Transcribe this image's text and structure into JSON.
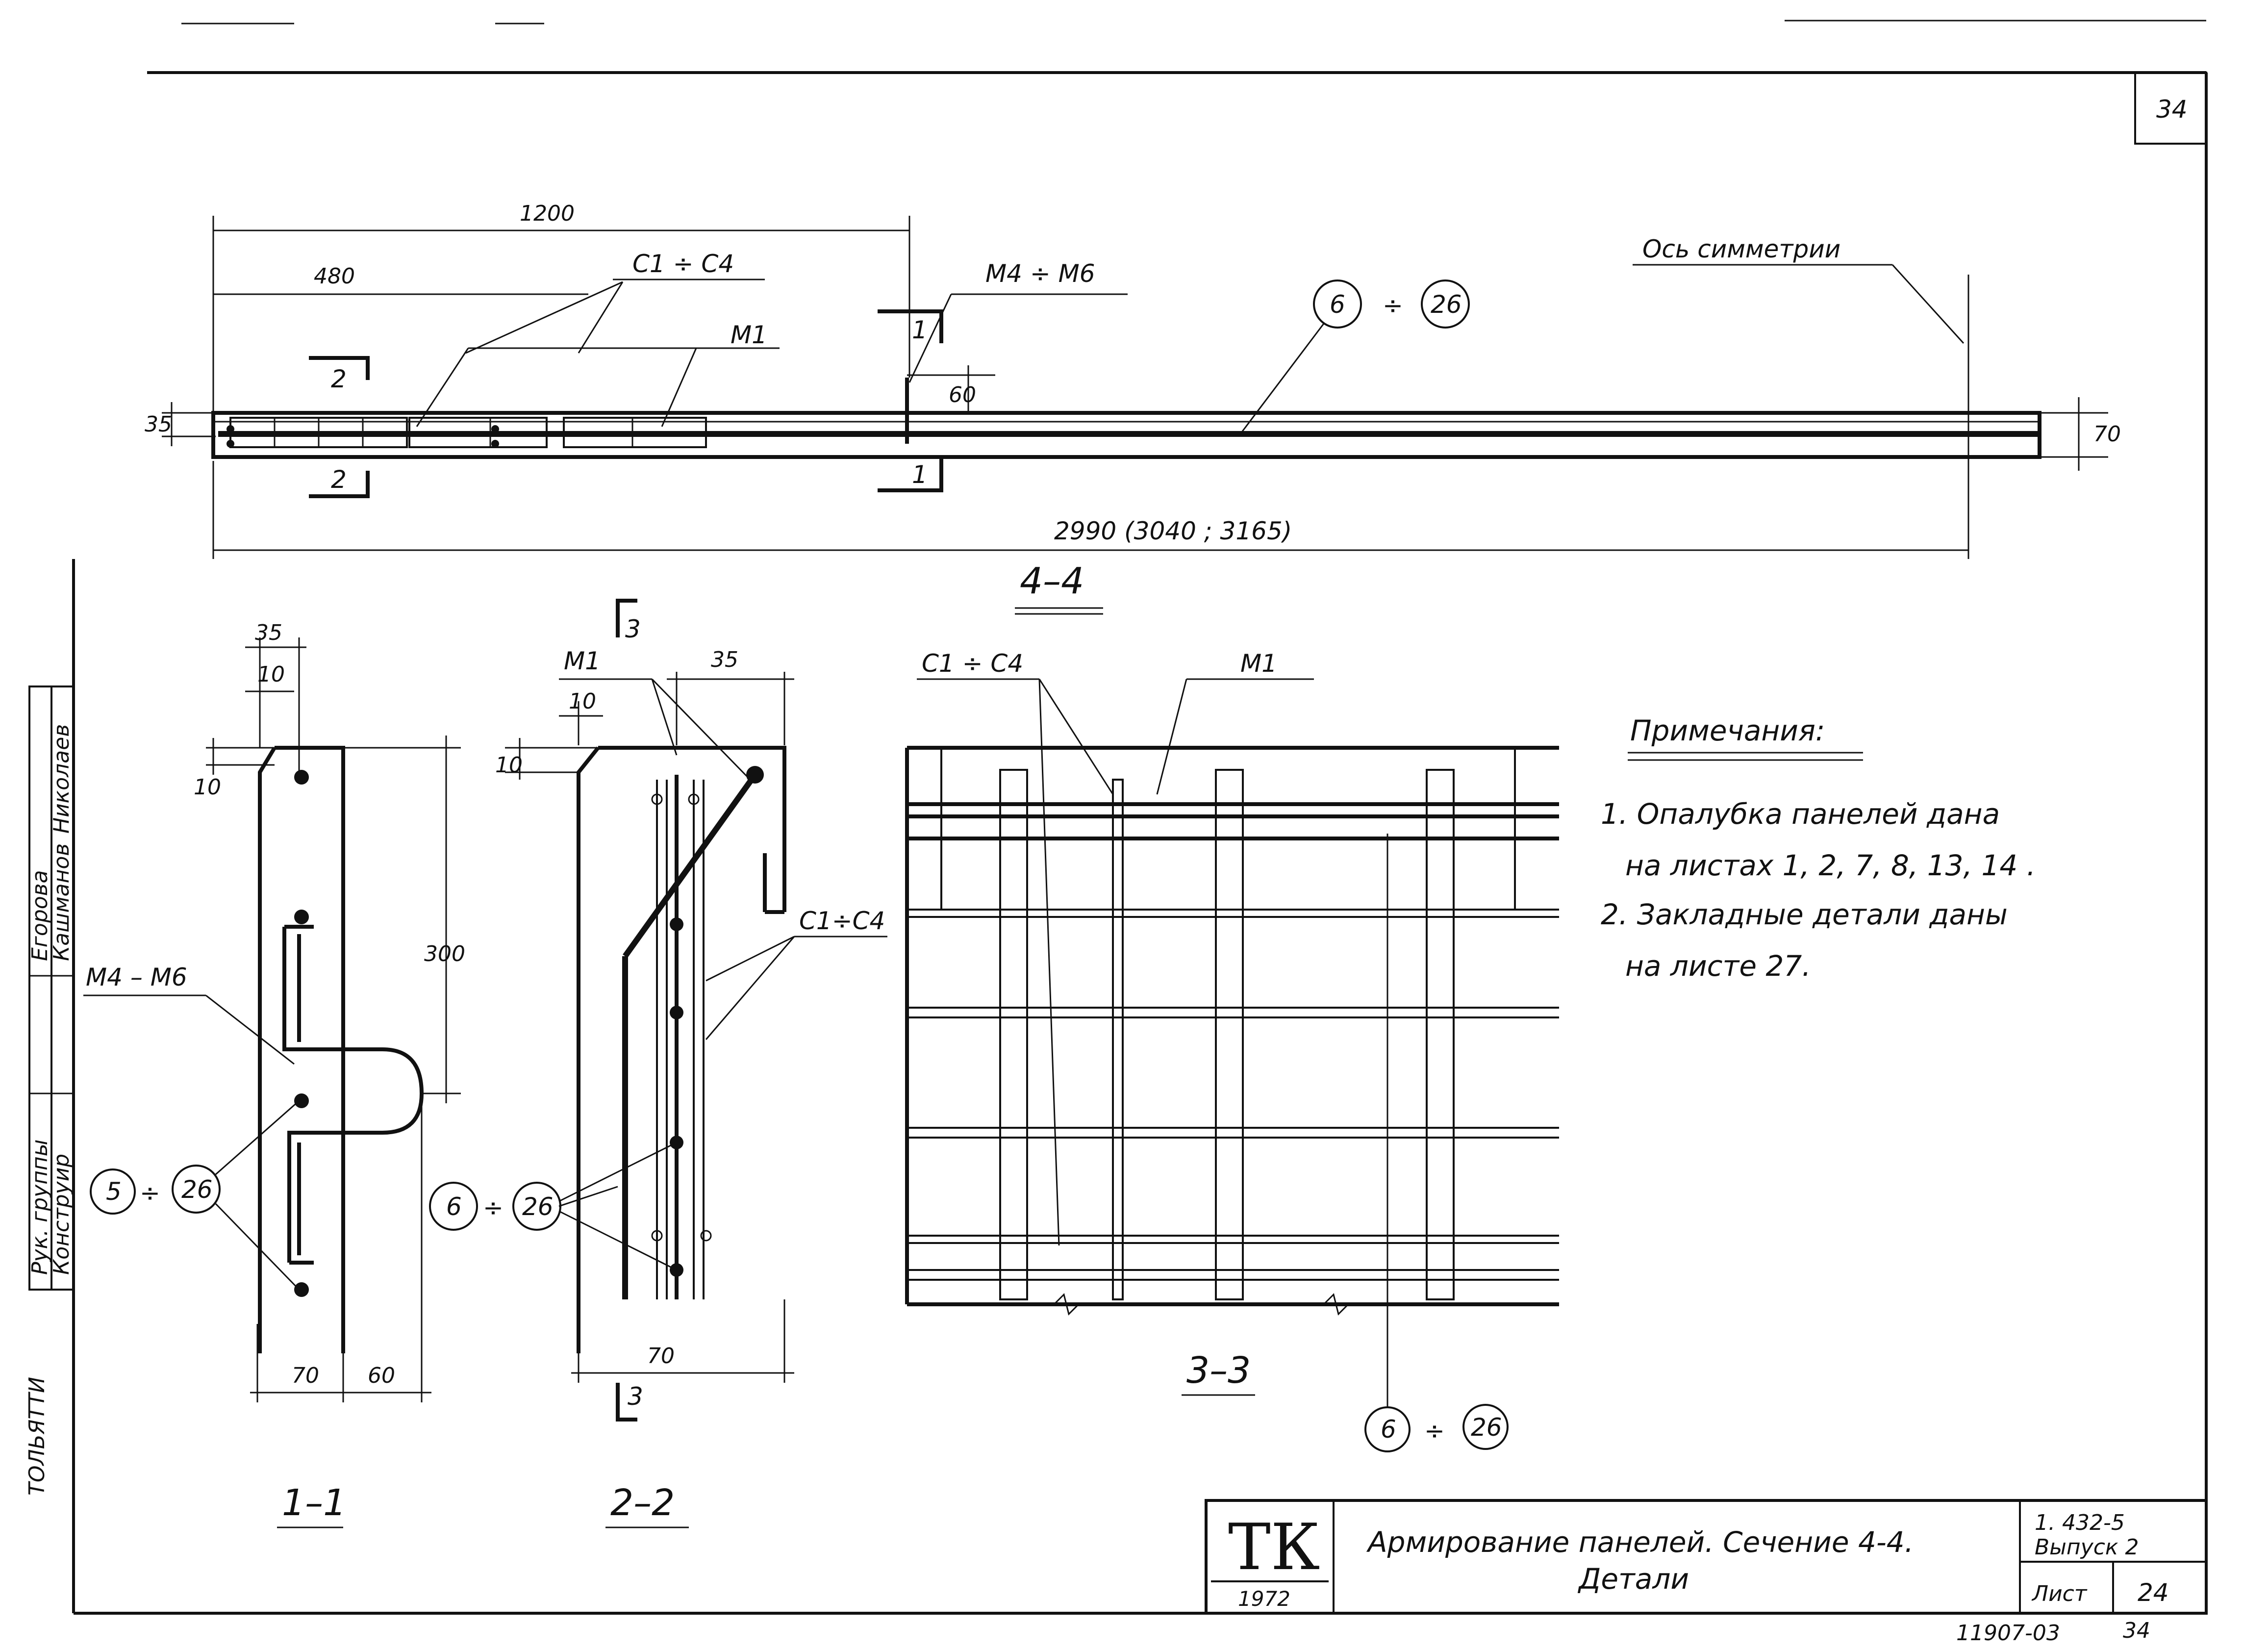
{
  "sheet": {
    "sheet_number_top": "34",
    "symmetry_axis_label": "Ось симметрии"
  },
  "section_44": {
    "dim_1200": "1200",
    "dim_480": "480",
    "dim_35": "35",
    "dim_60": "60",
    "dim_70": "70",
    "dim_total": "2990  (3040 ; 3165)",
    "callout_c": "С1 ÷ С4",
    "callout_m1": "М1",
    "callout_m4m6": "М4 ÷ М6",
    "callout_range_a": "6",
    "callout_range_b": "26",
    "callout_range_sep": "÷",
    "cut_1": "1",
    "cut_2": "2",
    "caption": "4–4"
  },
  "section_11": {
    "dim_35": "35",
    "dim_10_top": "10",
    "dim_10_side": "10",
    "dim_300": "300",
    "dim_70": "70",
    "dim_60": "60",
    "callout_m4m6": "М4 – М6",
    "range_a": "5",
    "range_b": "26",
    "range_sep": "÷",
    "caption": "1–1"
  },
  "section_22": {
    "cut_3": "3",
    "dim_35": "35",
    "dim_10_top": "10",
    "dim_10_side": "10",
    "dim_70": "70",
    "callout_m1": "М1",
    "callout_c": "С1÷С4",
    "range_a": "6",
    "range_b": "26",
    "range_sep": "÷",
    "caption": "2–2"
  },
  "section_33": {
    "callout_c": "С1 ÷ С4",
    "callout_m1": "М1",
    "range_a": "6",
    "range_b": "26",
    "range_sep": "÷",
    "caption": "3–3"
  },
  "notes": {
    "heading": "Примечания:",
    "line1": "1. Опалубка   панелей   дана",
    "line2": "на листах  1, 2, 7, 8, 13, 14 .",
    "line3": "2. Закладные   детали  даны",
    "line4": "на  листе  27."
  },
  "side_stamp": {
    "row1_role": "Рук. группы",
    "row1_name": "Егорова",
    "row2_role": "Конструир",
    "row2_name": "Кашманов",
    "row1_extra": "Николаев",
    "vertical_label": "ТОЛЬЯТТИ"
  },
  "title_block": {
    "org_logo": "ТК",
    "year": "1972",
    "title_line1": "Армирование  панелей. Сечение 4-4.",
    "title_line2": "Детали",
    "series": "1. 432-5",
    "issue": "Выпуск 2",
    "sheet_label": "Лист",
    "sheet_value": "24",
    "archive_number": "11907-03",
    "archive_sheet": "34"
  }
}
